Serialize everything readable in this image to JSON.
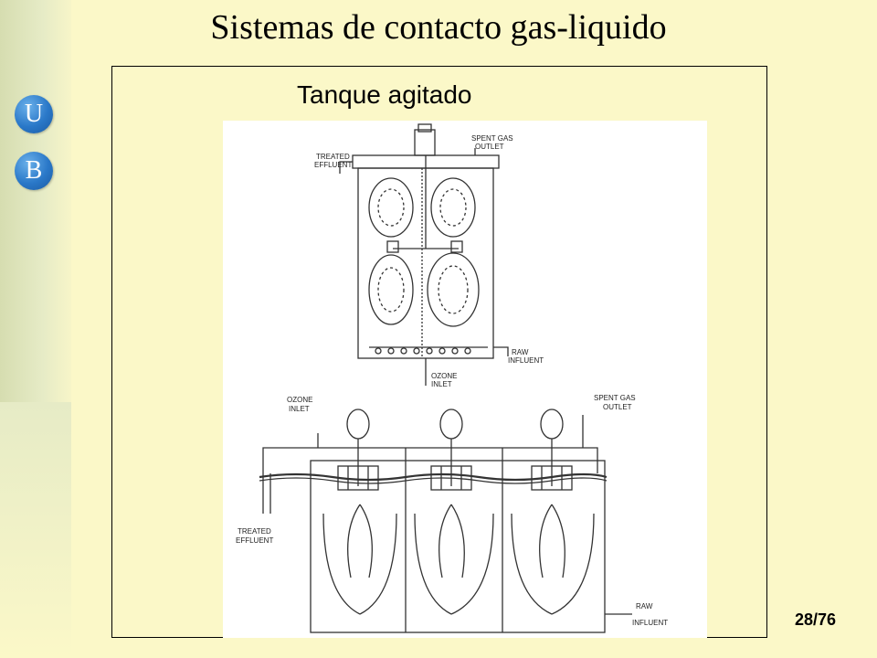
{
  "slide": {
    "title": "Sistemas de contacto gas-liquido",
    "subtitle": "Tanque agitado",
    "page_number": "28/76"
  },
  "logo": {
    "letter_top": "U",
    "letter_bottom": "B",
    "color": "#2a78c8"
  },
  "figure": {
    "top_tank": {
      "label_treated_effluent_1": "TREATED",
      "label_treated_effluent_2": "EFFLUENT",
      "label_spent_gas_1": "SPENT GAS",
      "label_spent_gas_2": "OUTLET",
      "label_raw_influent_1": "RAW",
      "label_raw_influent_2": "INFLUENT",
      "label_ozone_inlet_1": "OZONE",
      "label_ozone_inlet_2": "INLET"
    },
    "bottom_tank": {
      "label_ozone_inlet_1": "OZONE",
      "label_ozone_inlet_2": "INLET",
      "label_spent_gas_1": "SPENT GAS",
      "label_spent_gas_2": "OUTLET",
      "label_treated_effluent_1": "TREATED",
      "label_treated_effluent_2": "EFFLUENT",
      "label_raw_influent_1": "RAW",
      "label_raw_influent_2": "INFLUENT"
    }
  }
}
